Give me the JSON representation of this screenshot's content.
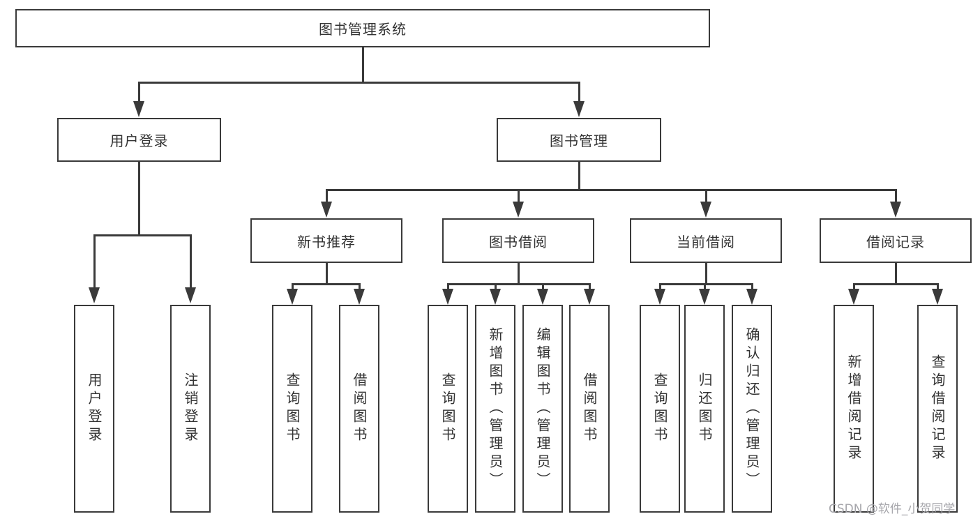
{
  "style": {
    "line_color": "#3a3a3a",
    "box_border_color": "#3a3a3a",
    "box_background": "#ffffff",
    "text_color": "#333333",
    "watermark_color": "#a6a6ab"
  },
  "tree": {
    "label": "图书管理系统",
    "children": [
      {
        "label": "用户登录",
        "children": [
          {
            "label": "用户登录"
          },
          {
            "label": "注销登录"
          }
        ]
      },
      {
        "label": "图书管理",
        "children": [
          {
            "label": "新书推荐",
            "children": [
              {
                "label": "查询图书"
              },
              {
                "label": "借阅图书"
              }
            ]
          },
          {
            "label": "图书借阅",
            "children": [
              {
                "label": "查询图书"
              },
              {
                "label": "新增图书（管理员）"
              },
              {
                "label": "编辑图书（管理员）"
              },
              {
                "label": "借阅图书"
              }
            ]
          },
          {
            "label": "当前借阅",
            "children": [
              {
                "label": "查询图书"
              },
              {
                "label": "归还图书"
              },
              {
                "label": "确认归还（管理员）"
              }
            ]
          },
          {
            "label": "借阅记录",
            "children": [
              {
                "label": "新增借阅记录"
              },
              {
                "label": "查询借阅记录"
              }
            ]
          }
        ]
      }
    ]
  },
  "watermark": {
    "text": "CSDN @软件_小贺同学"
  }
}
